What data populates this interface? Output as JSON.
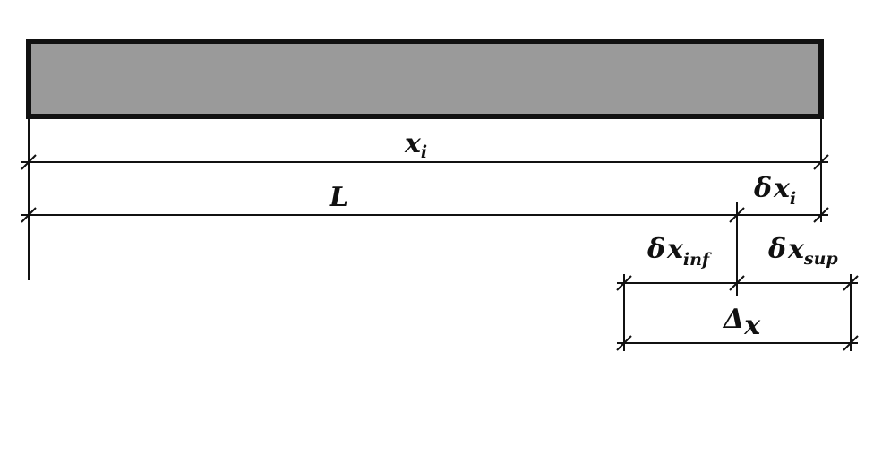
{
  "colors": {
    "bar_fill": "#9a9a9a",
    "stroke": "#111111",
    "background": "#ffffff"
  },
  "labels": {
    "xi": {
      "main": "x",
      "sub": "i"
    },
    "L": {
      "main": "L"
    },
    "delta_xi": {
      "delta": "δ",
      "main": "x",
      "sub": "i"
    },
    "delta_x_inf": {
      "delta": "δ",
      "main": "x",
      "sub": "inf"
    },
    "delta_x_sup": {
      "delta": "δ",
      "main": "x",
      "sub": "sup"
    },
    "Delta_x": {
      "delta": "Δ",
      "main": "x"
    }
  }
}
